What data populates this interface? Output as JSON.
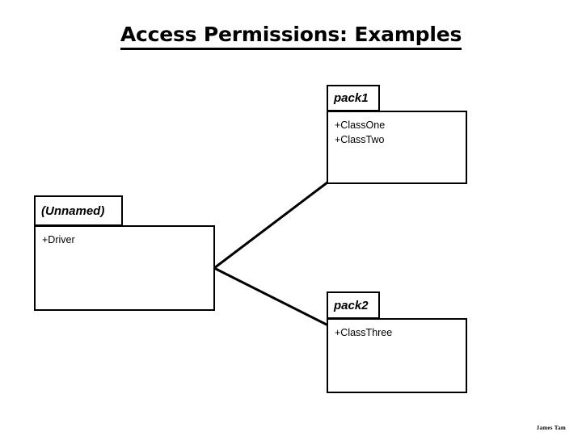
{
  "slide": {
    "title": "Access Permissions: Examples",
    "footer_credit": "James Tam",
    "background_color": "#ffffff",
    "line_color": "#000000"
  },
  "diagram": {
    "type": "uml-package-diagram",
    "packages": [
      {
        "id": "pack1",
        "name": "pack1",
        "members": [
          "+ClassOne",
          "+ClassTwo"
        ]
      },
      {
        "id": "unnamed",
        "name": "(Unnamed)",
        "members": [
          "+Driver"
        ]
      },
      {
        "id": "pack2",
        "name": "pack2",
        "members": [
          "+ClassThree"
        ]
      }
    ],
    "connections": [
      {
        "from": "unnamed",
        "to": "pack1"
      },
      {
        "from": "unnamed",
        "to": "pack2"
      }
    ]
  }
}
